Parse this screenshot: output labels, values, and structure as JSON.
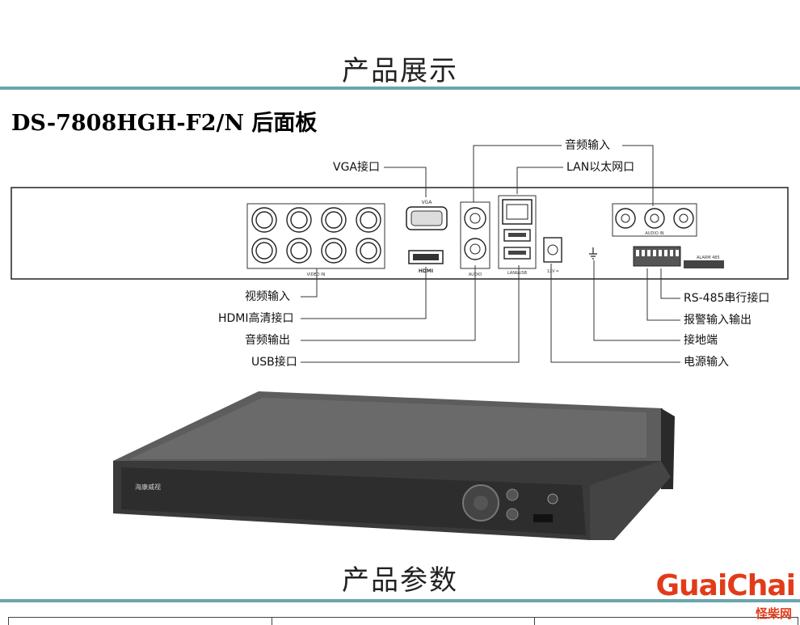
{
  "section1_title": "产品展示",
  "section2_title": "产品参数",
  "model_title": "DS-7808HGH-F2/N 后面板",
  "labels": {
    "vga": "VGA接口",
    "audio_in": "音频输入",
    "lan": "LAN以太网口",
    "video_in": "视频输入",
    "hdmi": "HDMI高清接口",
    "audio_out": "音频输出",
    "usb": "USB接口",
    "rs485": "RS-485串行接口",
    "alarm": "报警输入输出",
    "ground": "接地端",
    "power": "电源输入"
  },
  "panel_marks": {
    "video_in": "VIDEO IN",
    "vga": "VGA",
    "hdmi": "HDMI",
    "audio": "AUDIO",
    "lan_usb": "LAN&USB",
    "dc": "12V ═",
    "audio_in": "AUDIO IN",
    "alarm": "ALARM 485"
  },
  "dvr_brand": "海康威视",
  "watermark": {
    "brand": "GuaiChai",
    "sub": "怪柴网"
  }
}
